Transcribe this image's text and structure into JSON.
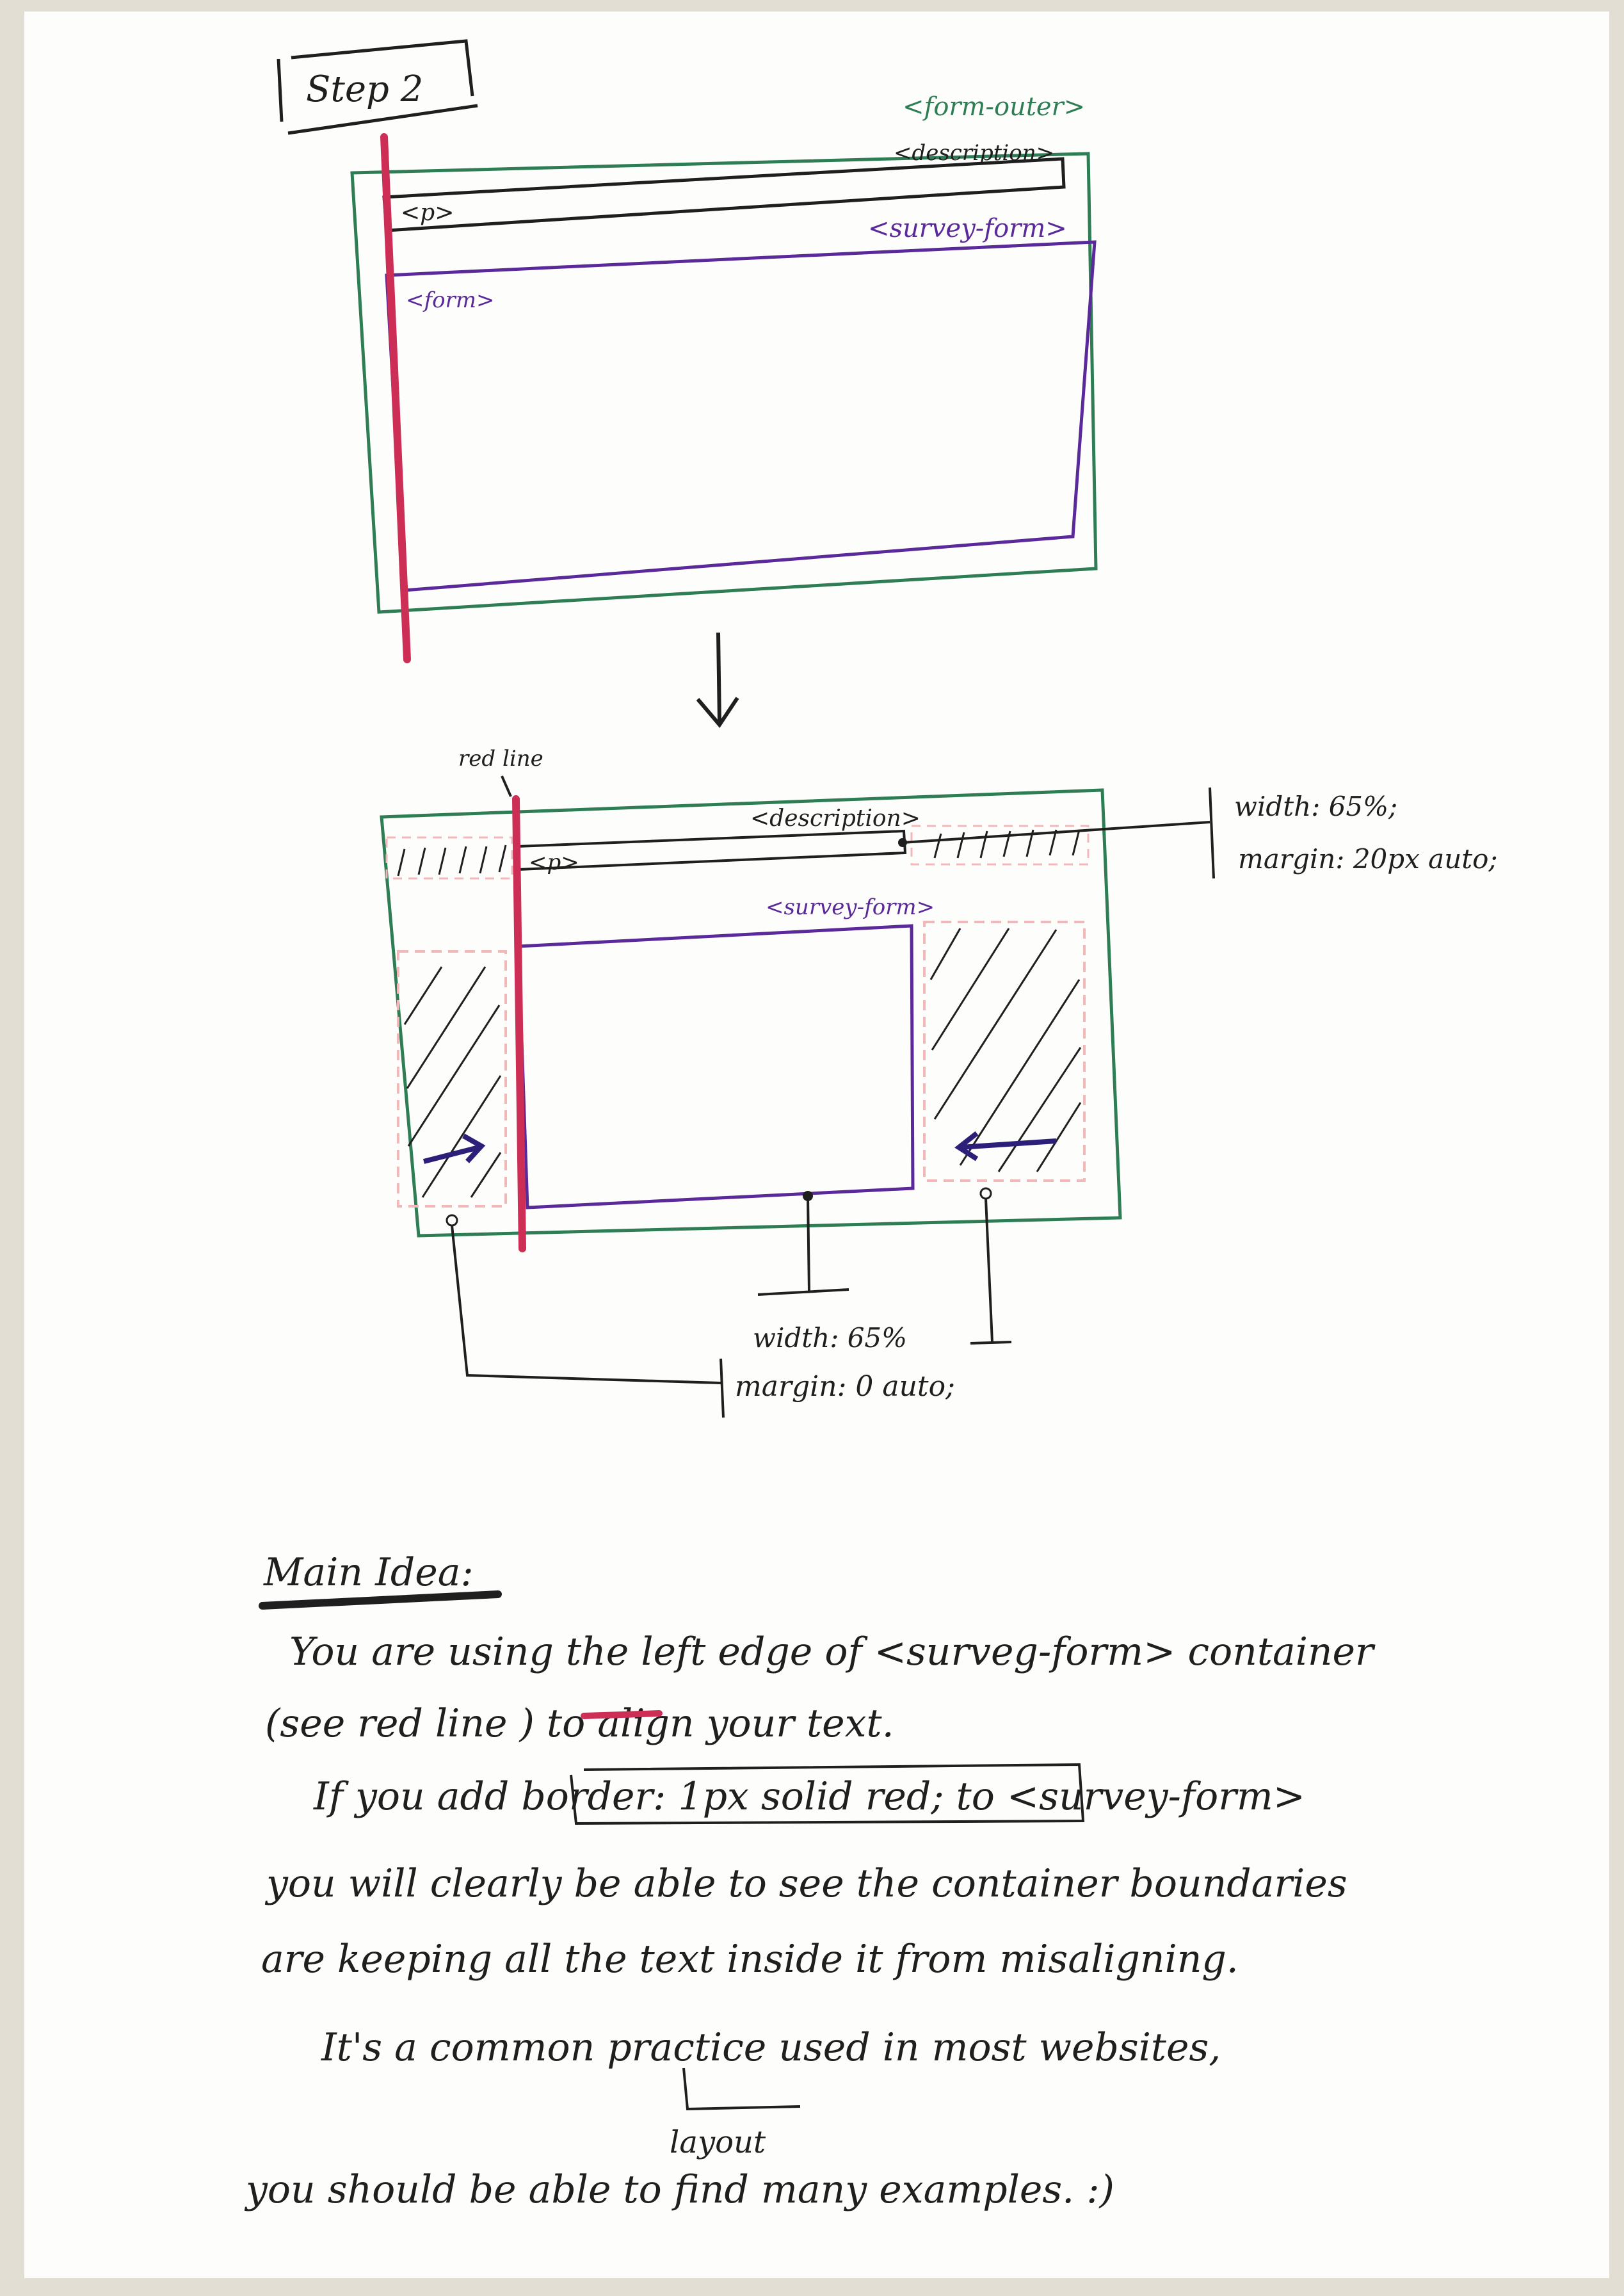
{
  "title": "Step 2",
  "top_diagram": {
    "form_outer": "<form-outer>",
    "description": "<description>",
    "p": "<p>",
    "survey_form": "<survey-form>",
    "form": "<form>"
  },
  "bottom_diagram": {
    "red_line_label": "red line",
    "description": "<description>",
    "p": "<p>",
    "survey_form": "<survey-form>",
    "annotation_right_1": "width: 65%;",
    "annotation_right_2": "margin: 20px auto;",
    "annotation_bottom_width": "width: 65%",
    "annotation_bottom_margin": "margin: 0 auto;"
  },
  "main_idea": {
    "heading": "Main Idea:",
    "lines": [
      "You are using the left edge of <surveg-form> container",
      "(see red line ) to align your text.",
      "If you add border: 1px solid red; to <survey-form>",
      "you will clearly be able to see the container boundaries",
      "are keeping all the text inside it from misaligning.",
      "It's a common practice used in most websites,",
      "layout",
      "you should be able to find many examples. :)"
    ]
  },
  "colors": {
    "paper": "#fdfdfb",
    "ink": "#1f1f1f",
    "green": "#2e7d55",
    "purple": "#5b2a9a",
    "red": "#cc2e55",
    "pink_dashed": "#f1b7b9",
    "navy": "#2b1f7a"
  }
}
